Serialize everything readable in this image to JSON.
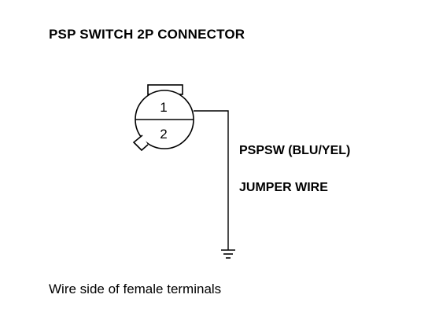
{
  "diagram": {
    "title": "PSP SWITCH 2P CONNECTOR",
    "connector": {
      "pins": [
        "1",
        "2"
      ]
    },
    "wire_label": "PSPSW (BLU/YEL)",
    "jumper_label": "JUMPER WIRE",
    "ground_symbol": "ground-icon",
    "caption": "Wire side of female terminals"
  }
}
